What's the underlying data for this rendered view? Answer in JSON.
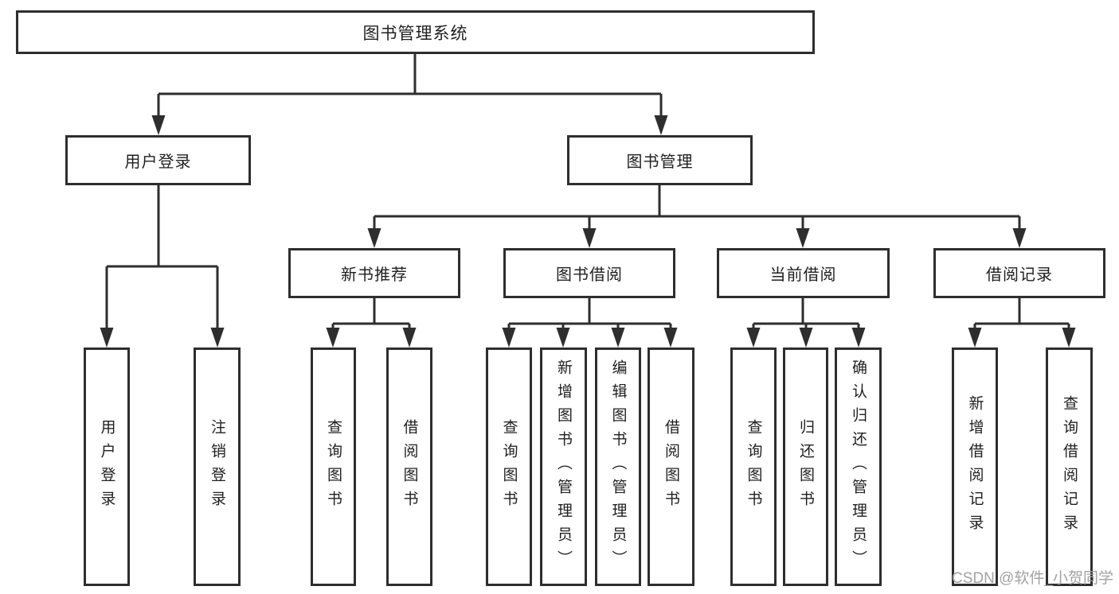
{
  "diagram": {
    "title": "图书管理系统",
    "root": "图书管理系统",
    "level2": [
      "用户登录",
      "图书管理"
    ],
    "level3": [
      "新书推荐",
      "图书借阅",
      "当前借阅",
      "借阅记录"
    ],
    "leaves": [
      "用户登录",
      "注销登录",
      "查询图书",
      "借阅图书",
      "查询图书",
      "新增图书（管理员）",
      "编辑图书（管理员）",
      "借阅图书",
      "查询图书",
      "归还图书",
      "确认归还（管理员）",
      "新增借阅记录",
      "查询借阅记录"
    ]
  },
  "watermark": "CSDN @软件_小贺同学",
  "colors": {
    "line": "#2e2e2e",
    "text": "#1f1f1f",
    "watermark": "#a2a2a2",
    "background": "#ffffff"
  }
}
